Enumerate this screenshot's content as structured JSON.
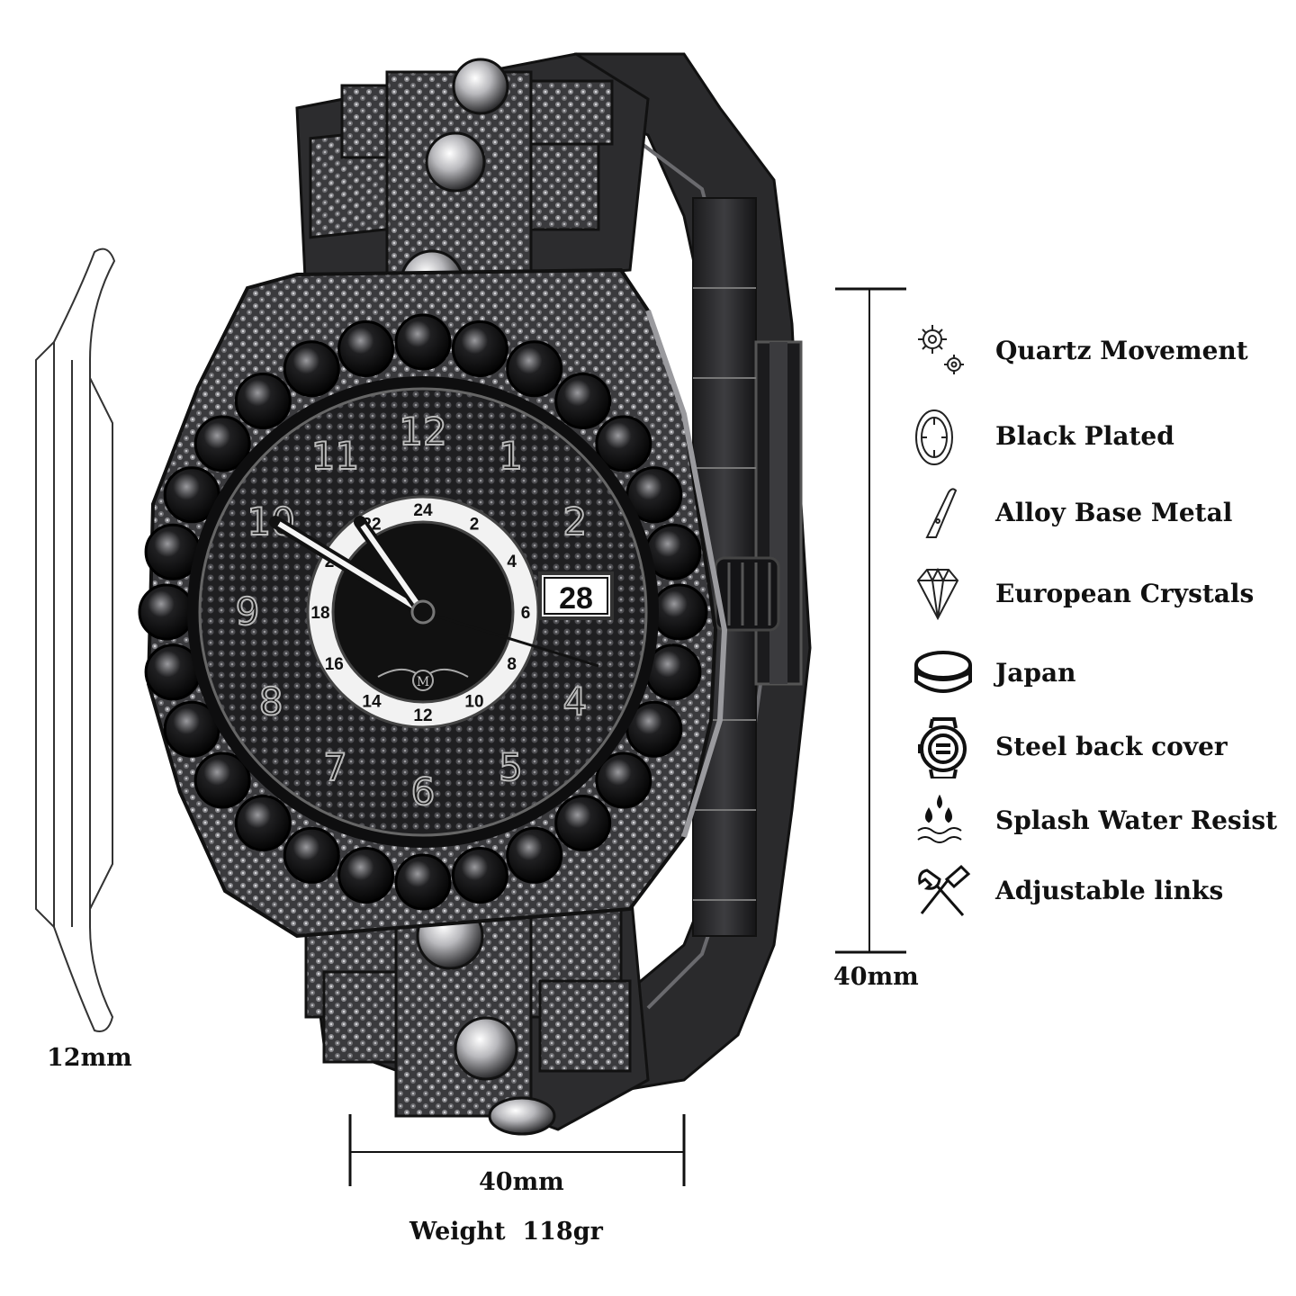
{
  "dimensions": {
    "thickness": "12mm",
    "height": "40mm",
    "width": "40mm",
    "weight": "Weight  118gr"
  },
  "dial": {
    "hour_numerals": [
      "12",
      "1",
      "2",
      "4",
      "5",
      "6",
      "7",
      "8",
      "9",
      "10",
      "11"
    ],
    "inner_ring_numbers": [
      "24",
      "2",
      "4",
      "6",
      "8",
      "10",
      "12",
      "14",
      "16",
      "18",
      "20",
      "22"
    ],
    "date": "28",
    "logo_letter": "M"
  },
  "features": [
    {
      "icon": "gears-icon",
      "label": "Quartz Movement"
    },
    {
      "icon": "plated-disc-icon",
      "label": "Black Plated"
    },
    {
      "icon": "alloy-bar-icon",
      "label": "Alloy Base Metal"
    },
    {
      "icon": "diamond-icon",
      "label": "European Crystals"
    },
    {
      "icon": "battery-cell-icon",
      "label": "Japan"
    },
    {
      "icon": "watch-case-icon",
      "label": "Steel back cover"
    },
    {
      "icon": "water-drops-icon",
      "label": "Splash Water Resist"
    },
    {
      "icon": "wrench-screwdriver-icon",
      "label": "Adjustable links"
    }
  ],
  "colors": {
    "metal": "#2b2b2d",
    "metal_light": "#6c6c70",
    "crystal": "#c9c9cc",
    "ring_white": "#f2f2f2"
  }
}
